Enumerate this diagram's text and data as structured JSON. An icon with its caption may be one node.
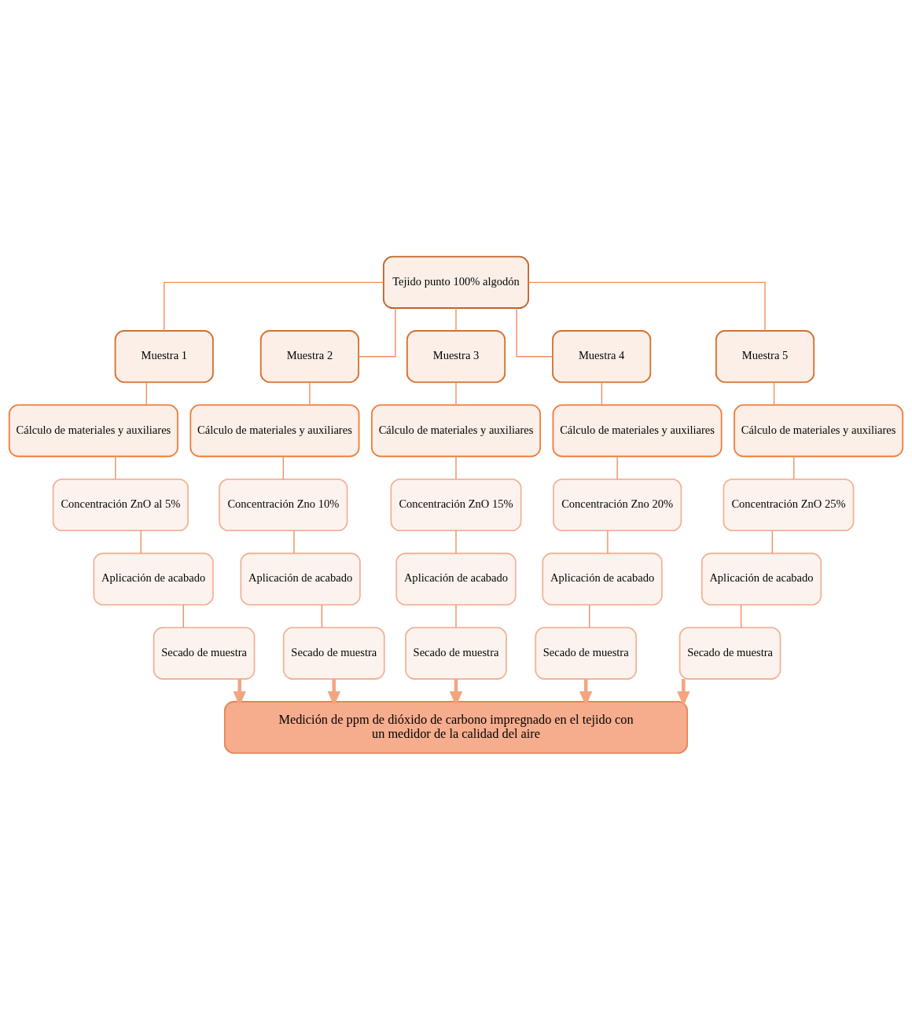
{
  "diagram": {
    "nodes": [
      {
        "text": [
          "Tejido punto 100% algodón"
        ]
      },
      {
        "text": [
          "Muestra 1"
        ]
      },
      {
        "text": [
          "Muestra 2"
        ]
      },
      {
        "text": [
          "Muestra 3"
        ]
      },
      {
        "text": [
          "Muestra 4"
        ]
      },
      {
        "text": [
          "Muestra 5"
        ]
      },
      {
        "text": [
          "Cálculo de materiales y auxiliares"
        ]
      },
      {
        "text": [
          "Cálculo de materiales y auxiliares"
        ]
      },
      {
        "text": [
          "Cálculo de materiales y auxiliares"
        ]
      },
      {
        "text": [
          "Cálculo de materiales y auxiliares"
        ]
      },
      {
        "text": [
          "Cálculo de materiales y auxiliares"
        ]
      },
      {
        "text": [
          "Concentración ZnO al 5%"
        ]
      },
      {
        "text": [
          "Concentración Zno 10%"
        ]
      },
      {
        "text": [
          "Concentración ZnO 15%"
        ]
      },
      {
        "text": [
          "Concentración Zno 20%"
        ]
      },
      {
        "text": [
          "Concentración ZnO 25%"
        ]
      },
      {
        "text": [
          "Aplicación de acabado"
        ]
      },
      {
        "text": [
          "Aplicación de acabado"
        ]
      },
      {
        "text": [
          "Aplicación de acabado"
        ]
      },
      {
        "text": [
          "Aplicación de acabado"
        ]
      },
      {
        "text": [
          "Aplicación de acabado"
        ]
      },
      {
        "text": [
          "Secado de muestra"
        ]
      },
      {
        "text": [
          "Secado de muestra"
        ]
      },
      {
        "text": [
          "Secado de muestra"
        ]
      },
      {
        "text": [
          "Secado de muestra"
        ]
      },
      {
        "text": [
          "Secado de muestra"
        ]
      },
      {
        "text": [
          "Medición de ppm de dióxido de carbono impregnado en el tejido con un medidor de la calidad del aire"
        ]
      }
    ],
    "edges": [
      {
        "from": 0,
        "to": 1,
        "arrow": "none"
      },
      {
        "from": 0,
        "to": 2,
        "arrow": "none"
      },
      {
        "from": 0,
        "to": 3,
        "arrow": "none"
      },
      {
        "from": 0,
        "to": 4,
        "arrow": "none"
      },
      {
        "from": 0,
        "to": 5,
        "arrow": "none"
      },
      {
        "from": 1,
        "to": 6,
        "arrow": "none"
      },
      {
        "from": 2,
        "to": 7,
        "arrow": "none"
      },
      {
        "from": 3,
        "to": 8,
        "arrow": "none"
      },
      {
        "from": 4,
        "to": 9,
        "arrow": "none"
      },
      {
        "from": 5,
        "to": 10,
        "arrow": "none"
      },
      {
        "from": 6,
        "to": 11,
        "arrow": "none"
      },
      {
        "from": 7,
        "to": 12,
        "arrow": "none"
      },
      {
        "from": 8,
        "to": 13,
        "arrow": "none"
      },
      {
        "from": 9,
        "to": 14,
        "arrow": "none"
      },
      {
        "from": 10,
        "to": 15,
        "arrow": "none"
      },
      {
        "from": 11,
        "to": 16,
        "arrow": "none"
      },
      {
        "from": 12,
        "to": 17,
        "arrow": "none"
      },
      {
        "from": 13,
        "to": 18,
        "arrow": "none"
      },
      {
        "from": 14,
        "to": 19,
        "arrow": "none"
      },
      {
        "from": 15,
        "to": 20,
        "arrow": "none"
      },
      {
        "from": 16,
        "to": 21,
        "arrow": "none"
      },
      {
        "from": 17,
        "to": 22,
        "arrow": "none"
      },
      {
        "from": 18,
        "to": 23,
        "arrow": "none"
      },
      {
        "from": 19,
        "to": 24,
        "arrow": "none"
      },
      {
        "from": 20,
        "to": 25,
        "arrow": "none"
      },
      {
        "from": 21,
        "to": 26,
        "arrow": "to",
        "style": "thick",
        "color": "#f4a57f"
      },
      {
        "from": 22,
        "to": 26,
        "arrow": "to",
        "style": "thick",
        "color": "#f4a57f"
      },
      {
        "from": 23,
        "to": 26,
        "arrow": "to",
        "style": "thick",
        "color": "#f4a57f"
      },
      {
        "from": 24,
        "to": 26,
        "arrow": "to",
        "style": "thick",
        "color": "#f4a57f"
      },
      {
        "from": 25,
        "to": 26,
        "arrow": "to",
        "style": "thick",
        "color": "#f4a57f"
      }
    ]
  }
}
